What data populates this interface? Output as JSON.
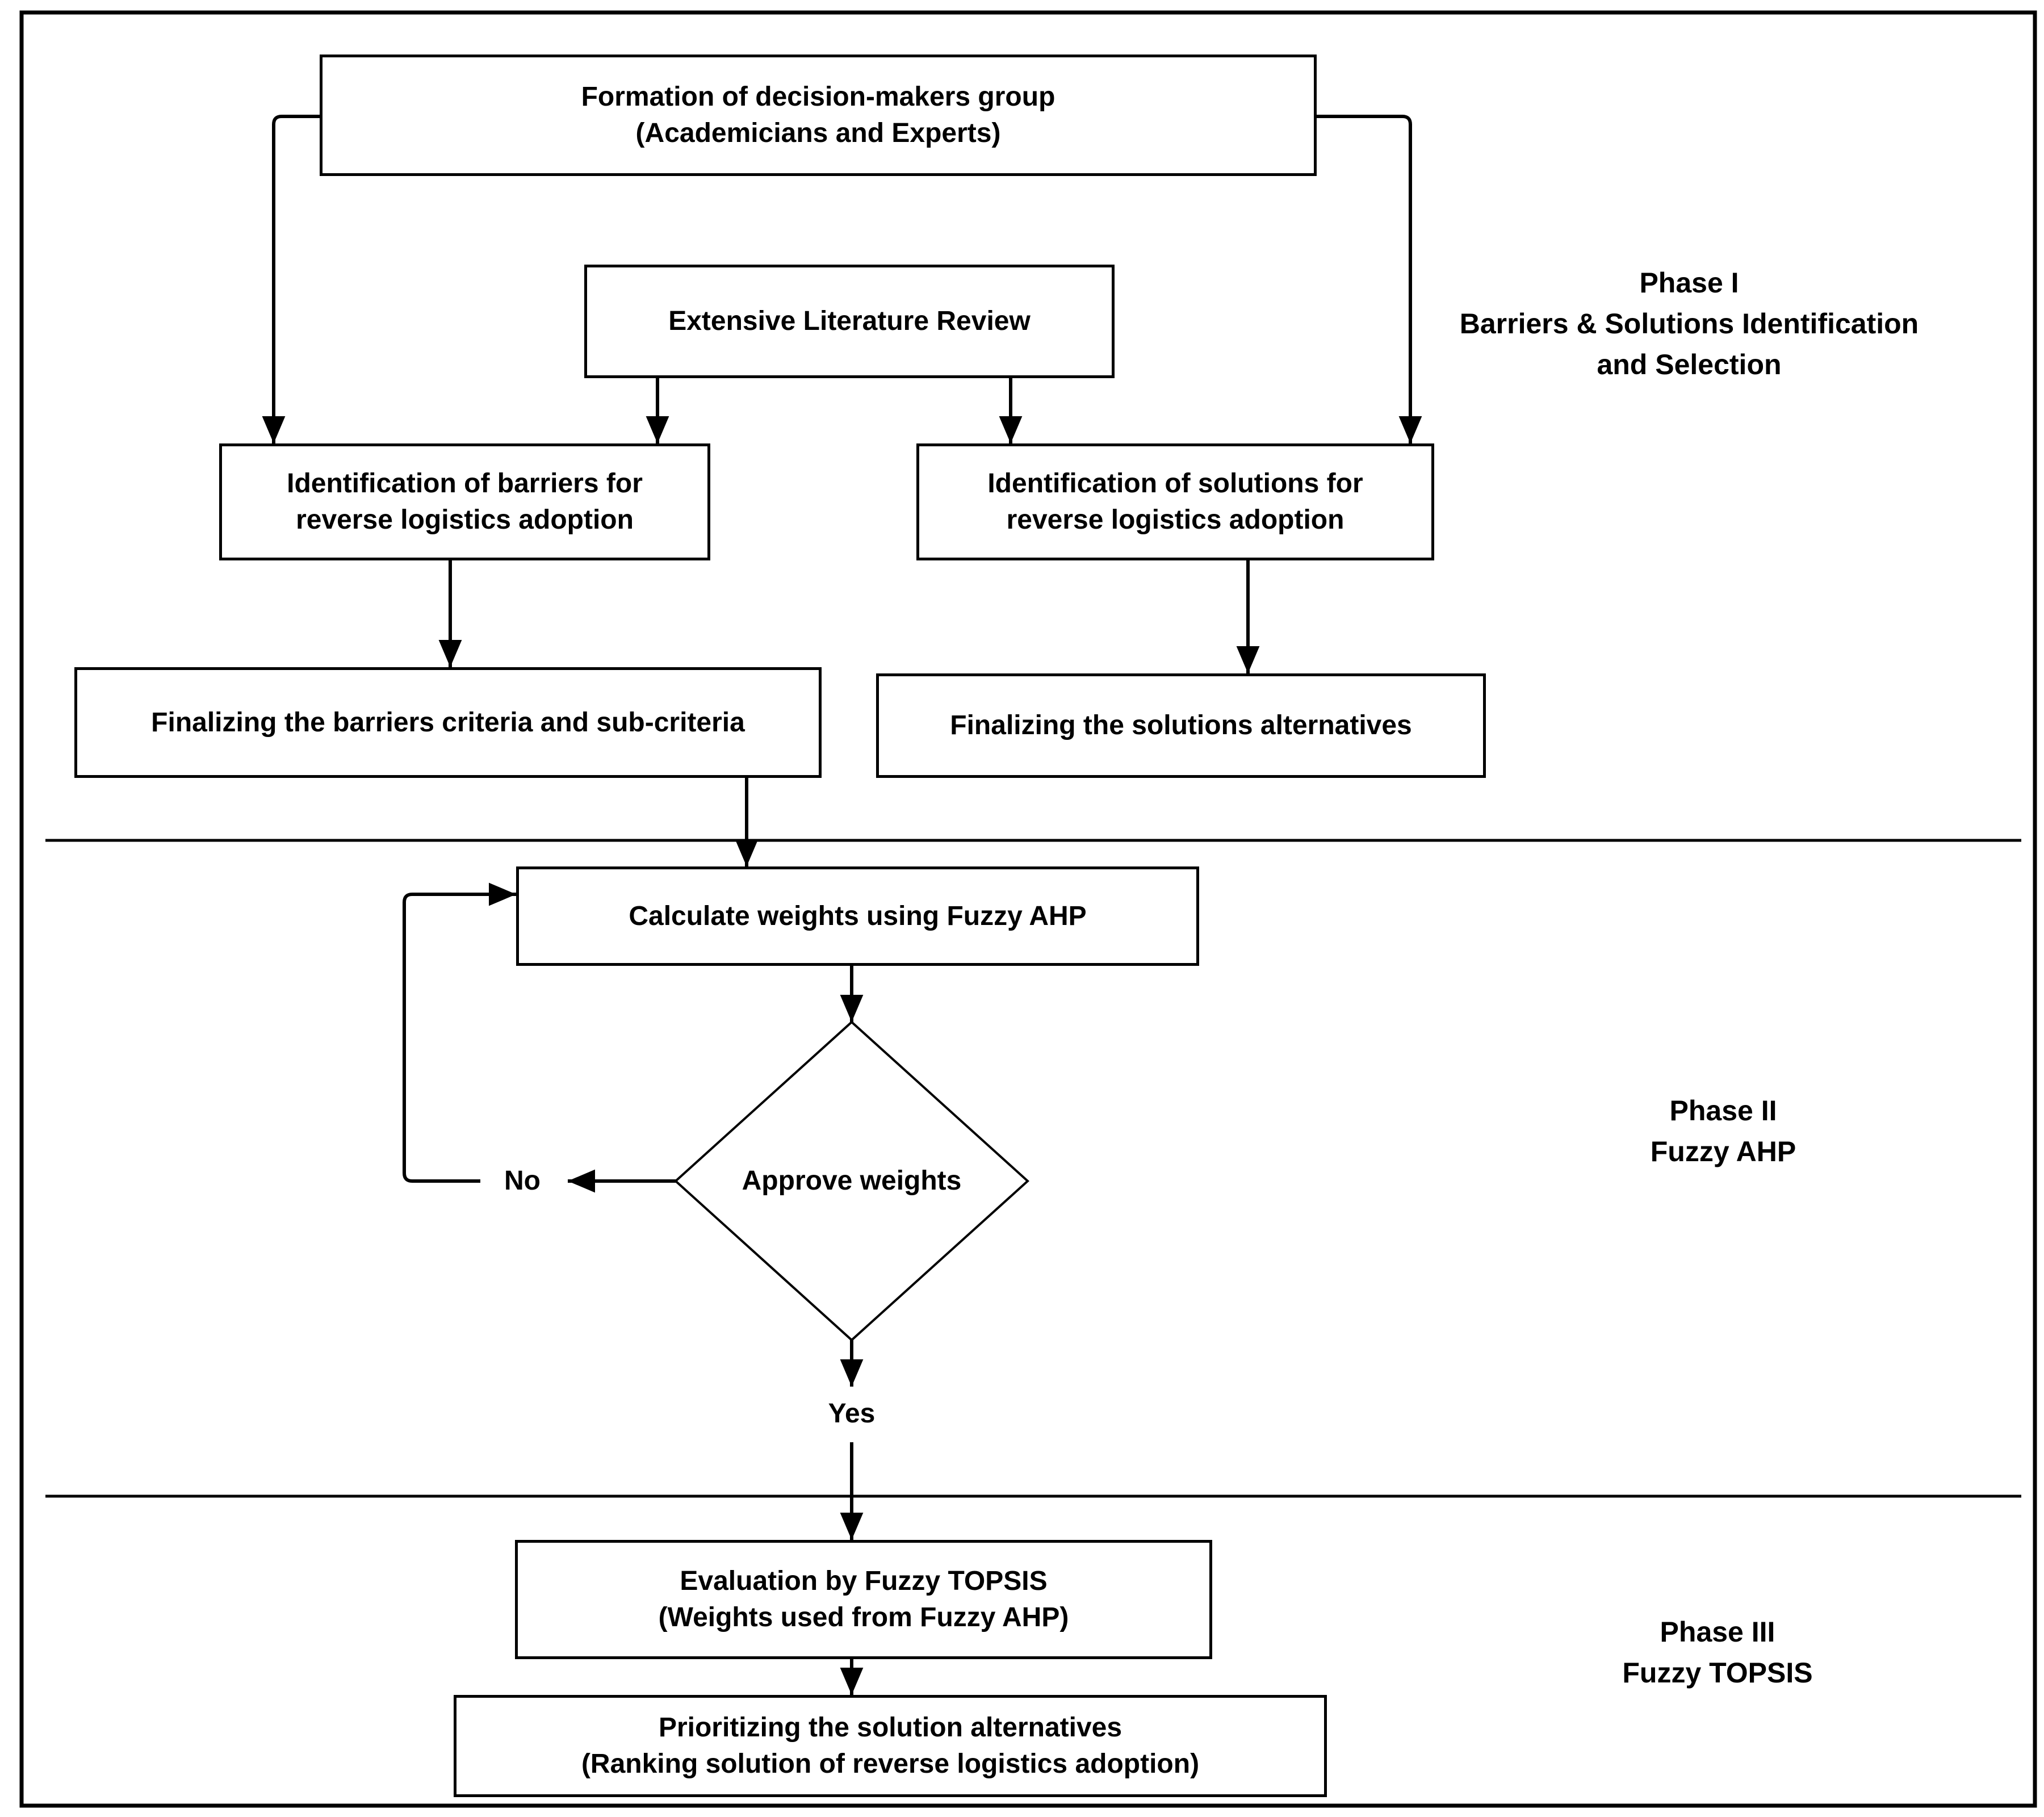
{
  "diagram": {
    "colors": {
      "ink": "#000000",
      "paper": "#ffffff"
    },
    "nodes": {
      "formation": {
        "lines": [
          "Formation of decision-makers group",
          "(Academicians and Experts)"
        ]
      },
      "literature_review": {
        "lines": [
          "Extensive Literature Review"
        ]
      },
      "barriers_identification": {
        "lines": [
          "Identification of barriers for",
          "reverse logistics adoption"
        ]
      },
      "solutions_identification": {
        "lines": [
          "Identification of solutions for",
          "reverse logistics adoption"
        ]
      },
      "barriers_finalizing": {
        "lines": [
          "Finalizing the barriers criteria and sub-criteria"
        ]
      },
      "solutions_finalizing": {
        "lines": [
          "Finalizing the solutions alternatives"
        ]
      },
      "calculate_weights": {
        "lines": [
          "Calculate weights using Fuzzy AHP"
        ]
      },
      "approve_weights": {
        "lines": [
          "Approve weights"
        ]
      },
      "evaluation_topsis": {
        "lines": [
          "Evaluation by Fuzzy TOPSIS",
          "(Weights used from Fuzzy AHP)"
        ]
      },
      "prioritizing_solutions": {
        "lines": [
          "Prioritizing the solution alternatives",
          "(Ranking solution of reverse logistics adoption)"
        ]
      }
    },
    "decision_labels": {
      "no": "No",
      "yes": "Yes"
    },
    "phases": {
      "phase1": {
        "lines": [
          "Phase I",
          "Barriers & Solutions Identification",
          "and Selection"
        ]
      },
      "phase2": {
        "lines": [
          "Phase II",
          "Fuzzy AHP"
        ]
      },
      "phase3": {
        "lines": [
          "Phase III",
          "Fuzzy TOPSIS"
        ]
      }
    }
  }
}
